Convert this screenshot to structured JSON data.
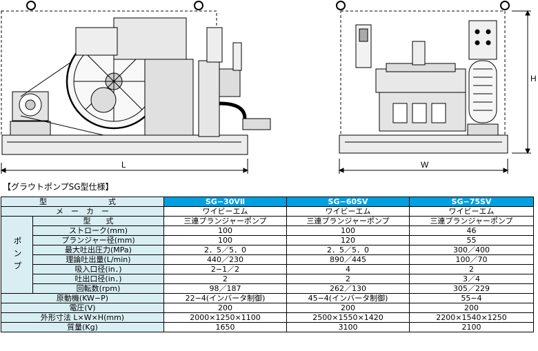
{
  "drawing": {
    "label_length": "L",
    "label_width": "W",
    "label_height": "H"
  },
  "spec": {
    "title": "【グラウトポンプSG型仕様】",
    "model_label": "型　　　式",
    "models": [
      "SG−30VⅡ",
      "SG−60SV",
      "SG−75SV"
    ],
    "maker_label": "メ　ー　カ　ー",
    "makers": [
      "ワイビーエム",
      "ワイビーエム",
      "ワイビーエム"
    ],
    "pump_group_label": "ポンプ",
    "pump_rows": [
      {
        "label": "型　　式",
        "values": [
          "三連プランジャーポンプ",
          "三連プランジャーポンプ",
          "三連プランジャーポンプ"
        ]
      },
      {
        "label": "ストローク(mm)",
        "values": [
          "100",
          "100",
          "46"
        ]
      },
      {
        "label": "プランジャー径(mm)",
        "values": [
          "100",
          "120",
          "55"
        ]
      },
      {
        "label": "最大吐出圧力(MPa)",
        "values": [
          "2．5／5．0",
          "2．5／5．0",
          "300／400"
        ]
      },
      {
        "label": "理論吐出量(L/min)",
        "values": [
          "440／230",
          "890／445",
          "100／70"
        ]
      },
      {
        "label": "吸入口径(in．)",
        "values": [
          "2−1／2",
          "4",
          "2"
        ]
      },
      {
        "label": "吐出口径(in．)",
        "values": [
          "2",
          "2",
          "3／4"
        ]
      },
      {
        "label": "回転数(rpm)",
        "values": [
          "98／187",
          "262／130",
          "305／229"
        ]
      }
    ],
    "other_rows": [
      {
        "label": "原動機(KW−P)",
        "values": [
          "22−4(インバータ制御)",
          "45−4(インバータ制御)",
          "55−4"
        ]
      },
      {
        "label": "電圧(V)",
        "values": [
          "200",
          "200",
          "200"
        ]
      },
      {
        "label": "外形寸法 L×W×H(mm)",
        "values": [
          "2000×1250×1100",
          "2500×1550×1420",
          "2200×1540×1250"
        ]
      },
      {
        "label": "質量(Kg)",
        "values": [
          "1650",
          "3100",
          "2100"
        ]
      }
    ]
  }
}
